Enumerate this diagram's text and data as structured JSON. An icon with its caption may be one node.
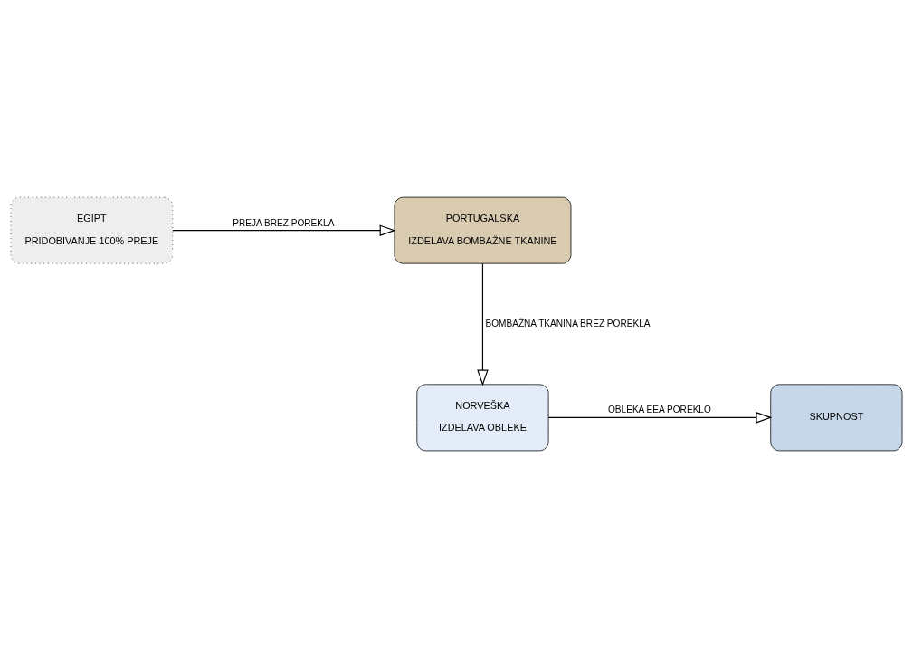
{
  "diagram": {
    "nodes": [
      {
        "text": [
          "EGIPT",
          "PRIDOBIVANJE 100% PREJE"
        ]
      },
      {
        "text": [
          "PORTUGALSKA",
          "IZDELAVA BOMBAŽNE TKANINE"
        ]
      },
      {
        "text": [
          "NORVEŠKA",
          "IZDELAVA OBLEKE"
        ]
      },
      {
        "text": [
          "SKUPNOST"
        ]
      }
    ],
    "edges": [
      {
        "from": 0,
        "to": 1,
        "arrow": "to",
        "label": "PREJA BREZ POREKLA"
      },
      {
        "from": 1,
        "to": 2,
        "arrow": "to",
        "label": "BOMBAŽNA TKANINA BREZ POREKLA"
      },
      {
        "from": 2,
        "to": 3,
        "arrow": "to",
        "label": "OBLEKA EEA POREKLO"
      }
    ]
  }
}
